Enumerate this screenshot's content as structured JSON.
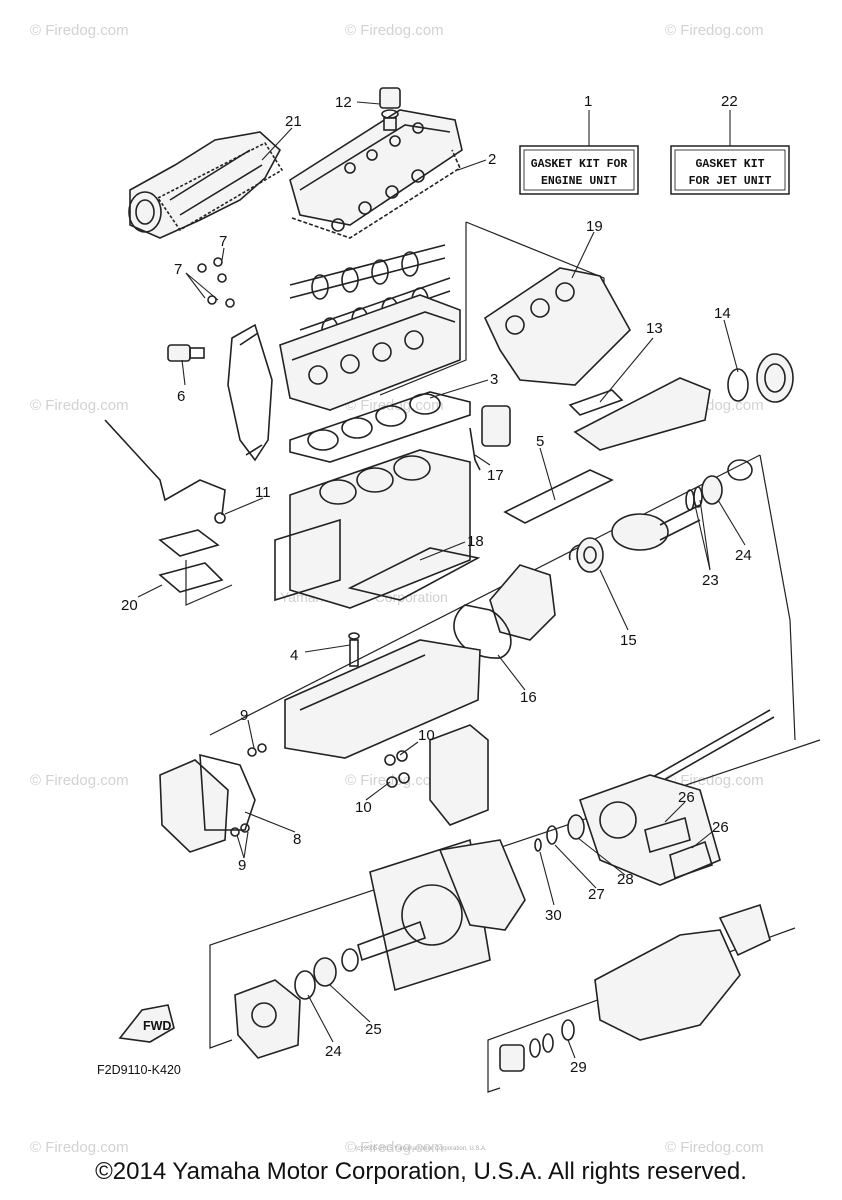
{
  "diagram": {
    "kits": [
      {
        "number": "1",
        "line1": "GASKET KIT FOR",
        "line2": "ENGINE UNIT"
      },
      {
        "number": "22",
        "line1": "GASKET KIT",
        "line2": "FOR JET UNIT"
      }
    ],
    "callouts": {
      "c12": "12",
      "c21": "21",
      "c2": "2",
      "c7a": "7",
      "c7b": "7",
      "c6": "6",
      "c19": "19",
      "c13": "13",
      "c14": "14",
      "c3": "3",
      "c17": "17",
      "c5": "5",
      "c11": "11",
      "c18": "18",
      "c20": "20",
      "c24a": "24",
      "c23": "23",
      "c15": "15",
      "c4": "4",
      "c16": "16",
      "c9a": "9",
      "c10a": "10",
      "c10b": "10",
      "c8": "8",
      "c9b": "9",
      "c26a": "26",
      "c26b": "26",
      "c28": "28",
      "c27": "27",
      "c30": "30",
      "c25": "25",
      "c24b": "24",
      "c29": "29"
    },
    "fwd_label": "FWD",
    "diagram_code": "F2D9110-K420"
  },
  "watermarks": {
    "site": "© Firedog.com",
    "center": "Yamaha Motor Corporation"
  },
  "footer": {
    "copyright": "©2014 Yamaha Motor Corporation, U.S.A. All rights reserved.",
    "fine_print": "(c) 2005-2015 Yamaha Motor Corporation, U.S.A."
  }
}
